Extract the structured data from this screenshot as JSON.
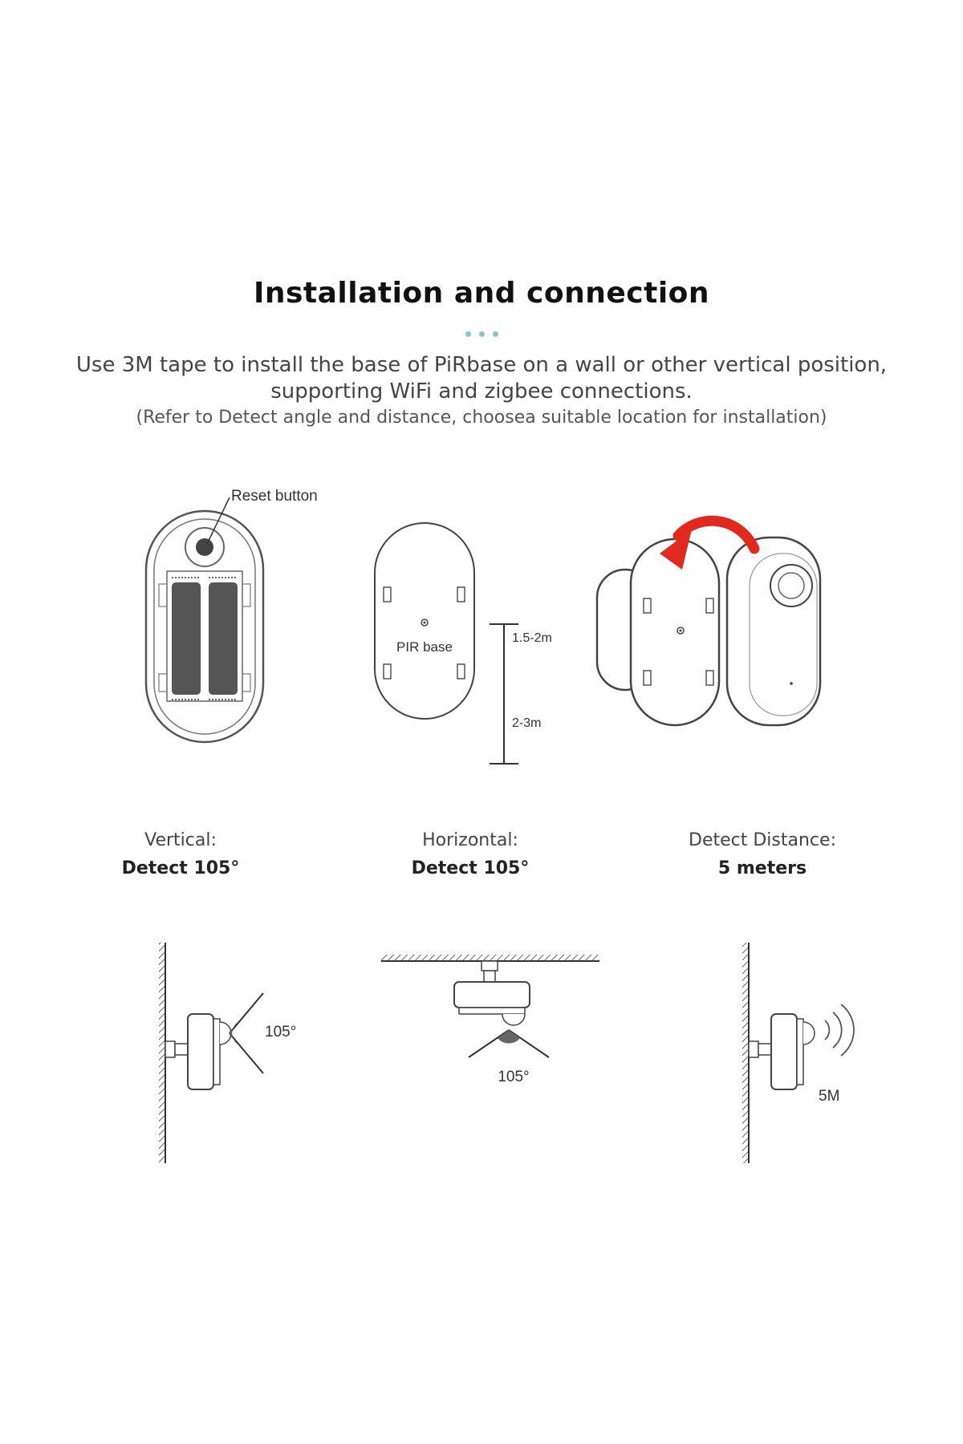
{
  "header": {
    "title": "Installation and connection",
    "description_line1": "Use 3M tape to install the base of PiRbase on a wall or other vertical position,",
    "description_line2": "supporting WiFi and zigbee connections.",
    "description_line3": "(Refer to Detect angle and distance, choosea suitable location for installation)"
  },
  "diagram_labels": {
    "reset_button": "Reset button",
    "pir_base": "PIR base",
    "height_upper": "1.5-2m",
    "height_lower": "2-3m",
    "vertical_angle": "105°",
    "horizontal_angle": "105°",
    "distance": "5M"
  },
  "specs": [
    {
      "label": "Vertical:",
      "value": "Detect 105°"
    },
    {
      "label": "Horizontal:",
      "value": "Detect 105°"
    },
    {
      "label": "Detect Distance:",
      "value": "5 meters"
    }
  ],
  "colors": {
    "accent_dots": "#8fc3c7",
    "arrow_red": "#e02a1f"
  }
}
